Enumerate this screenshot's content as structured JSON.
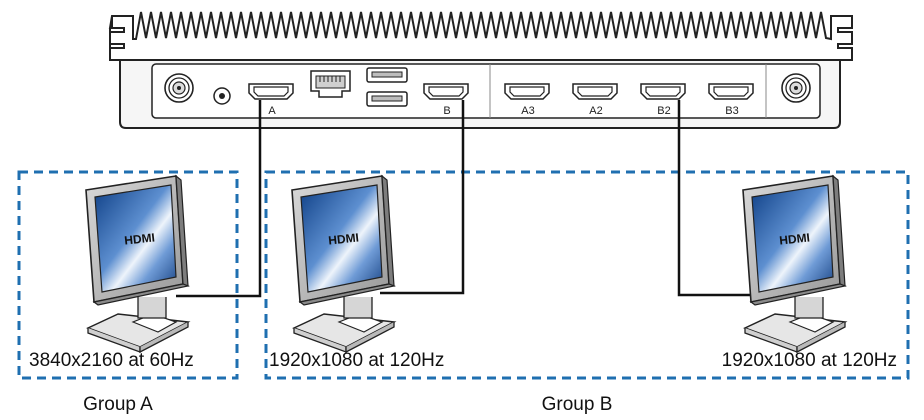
{
  "ports": {
    "hdmi_a": "A",
    "hdmi_b": "B",
    "hdmi_a3": "A3",
    "hdmi_a2": "A2",
    "hdmi_b2": "B2",
    "hdmi_b3": "B3"
  },
  "monitors": [
    {
      "screen_label": "HDMI",
      "resolution": "3840x2160 at 60Hz"
    },
    {
      "screen_label": "HDMI",
      "resolution": "1920x1080 at 120Hz"
    },
    {
      "screen_label": "HDMI",
      "resolution": "1920x1080 at 120Hz"
    }
  ],
  "groups": {
    "group_a": "Group A",
    "group_b": "Group B"
  },
  "colors": {
    "group_border": "#1f6fb0",
    "outline": "#1a1a1a",
    "panel_fill": "#f4f4f4",
    "screen_blue": "#1e5ba8"
  }
}
